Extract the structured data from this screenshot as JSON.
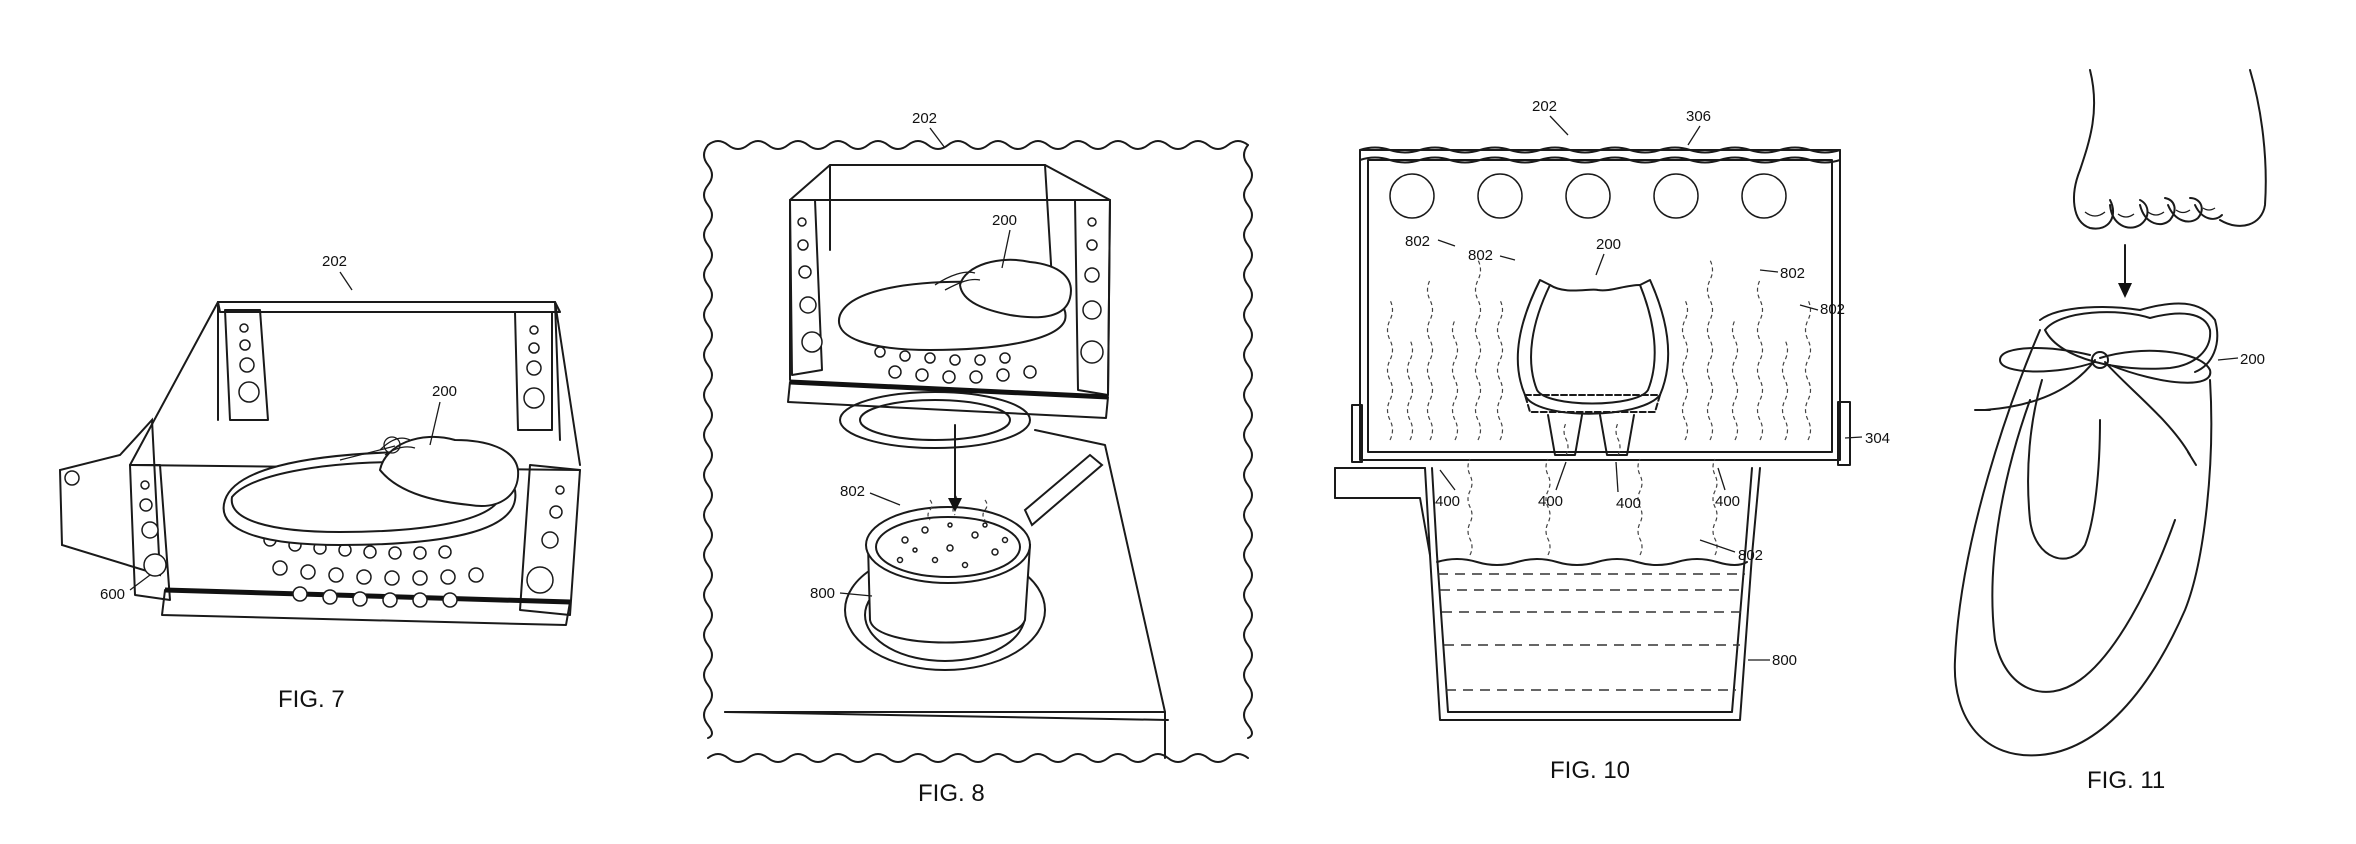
{
  "figures": [
    {
      "caption": "FIG. 7",
      "labels": {
        "box": "202",
        "shoe": "200",
        "tag": "600"
      }
    },
    {
      "caption": "FIG. 8",
      "labels": {
        "box": "202",
        "shoe": "200",
        "steam": "802",
        "pot": "800"
      }
    },
    {
      "caption": "FIG. 10",
      "labels": {
        "box": "202",
        "lid": "306",
        "shoe": "200",
        "steam_a": "802",
        "steam_b": "802",
        "steam_c": "802",
        "steam_d": "802",
        "steam_e": "802",
        "rim": "304",
        "vent_a": "400",
        "vent_b": "400",
        "vent_c": "400",
        "vent_d": "400",
        "pot": "800"
      }
    },
    {
      "caption": "FIG. 11",
      "labels": {
        "shoe": "200"
      }
    }
  ]
}
